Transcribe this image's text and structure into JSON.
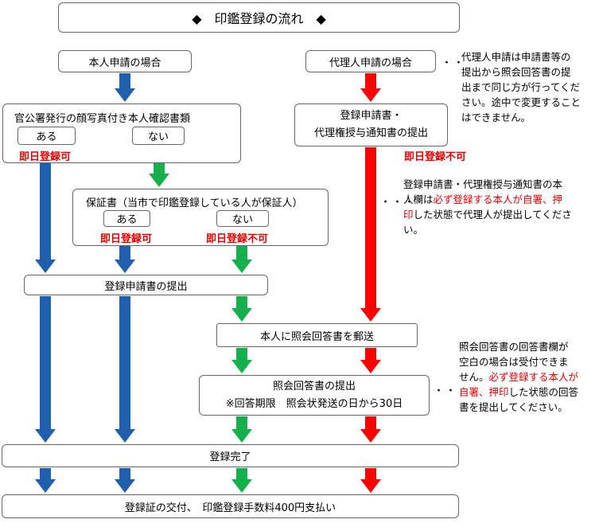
{
  "title": "◆　印鑑登録の流れ　◆",
  "self": {
    "label": "本人申請の場合",
    "id_docs": "官公署発行の顔写真付き本人確認書類",
    "yes": "ある",
    "no": "ない",
    "same_day_ok": "即日登録可",
    "guarantor": "保証書（当市で印鑑登録している人が保証人）",
    "g_yes": "ある",
    "g_no": "ない",
    "g_same_day_ok": "即日登録可",
    "g_same_day_ng": "即日登録不可"
  },
  "proxy": {
    "label": "代理人申請の場合",
    "submit_line1": "登録申請書・",
    "submit_line2": "代理権授与通知書の提出",
    "same_day_ng": "即日登録不可",
    "dots": "・・",
    "note": [
      "代理人申請は申請書等の",
      "提出から照会回答書の提",
      "出まで同じ方が行ってくだ",
      "さい。途中で変更すること",
      "はできません。"
    ],
    "note2_dots": "・・・",
    "note2": {
      "l1": "登録申請書・代理権授与通知書の本",
      "l2a": "人欄は",
      "l2b": "必ず登録する本人が自署、押",
      "l3a": "印",
      "l3b": "した状態で代理人が提出してくださ",
      "l4": "い。"
    }
  },
  "flow": {
    "submit_app": "登録申請書の提出",
    "mail": "本人に照会回答書を郵送",
    "reply_line1": "照会回答書の提出",
    "reply_line2": "※回答期限　照会状発送の日から30日",
    "done": "登録完了",
    "final": "登録証の交付、　印鑑登録手数料400円支払い"
  },
  "reply_note": {
    "dots": "・・",
    "l1": "照会回答書の回答書欄が",
    "l2": "空白の場合は受付できま",
    "l3a": "せん。",
    "l3b": "必ず登録する本人が",
    "l4a": "自署、押印",
    "l4b": "した状態の回答",
    "l5": "書を提出してください。"
  },
  "colors": {
    "blue": "#1f5fae",
    "green": "#13b04b",
    "red": "#ff0000",
    "accent_text": "#e00000"
  },
  "arrow_paths": [
    {
      "name": "blue-arrow-self-to-id",
      "color": "blue"
    },
    {
      "name": "blue-arrow-id-yes-to-submit",
      "color": "blue"
    },
    {
      "name": "blue-arrow-id-yes-to-done",
      "color": "blue"
    },
    {
      "name": "green-arrow-id-no-to-guarantor",
      "color": "green"
    },
    {
      "name": "blue-arrow-g-yes-to-submit",
      "color": "blue"
    },
    {
      "name": "blue-arrow-g-yes-to-done",
      "color": "blue"
    },
    {
      "name": "green-arrow-g-no-to-submit",
      "color": "green"
    },
    {
      "name": "green-arrow-submit-to-mail",
      "color": "green"
    },
    {
      "name": "green-arrow-mail-to-reply",
      "color": "green"
    },
    {
      "name": "green-arrow-reply-to-done",
      "color": "green"
    },
    {
      "name": "green-arrow-done-to-final",
      "color": "green"
    },
    {
      "name": "red-arrow-proxy-to-submit",
      "color": "red"
    },
    {
      "name": "red-arrow-submit-to-mail",
      "color": "red"
    },
    {
      "name": "red-arrow-mail-to-reply",
      "color": "red"
    },
    {
      "name": "red-arrow-reply-to-done",
      "color": "red"
    },
    {
      "name": "red-arrow-done-to-final",
      "color": "red"
    },
    {
      "name": "blue-arrow-done-to-final-1",
      "color": "blue"
    },
    {
      "name": "blue-arrow-done-to-final-2",
      "color": "blue"
    }
  ]
}
